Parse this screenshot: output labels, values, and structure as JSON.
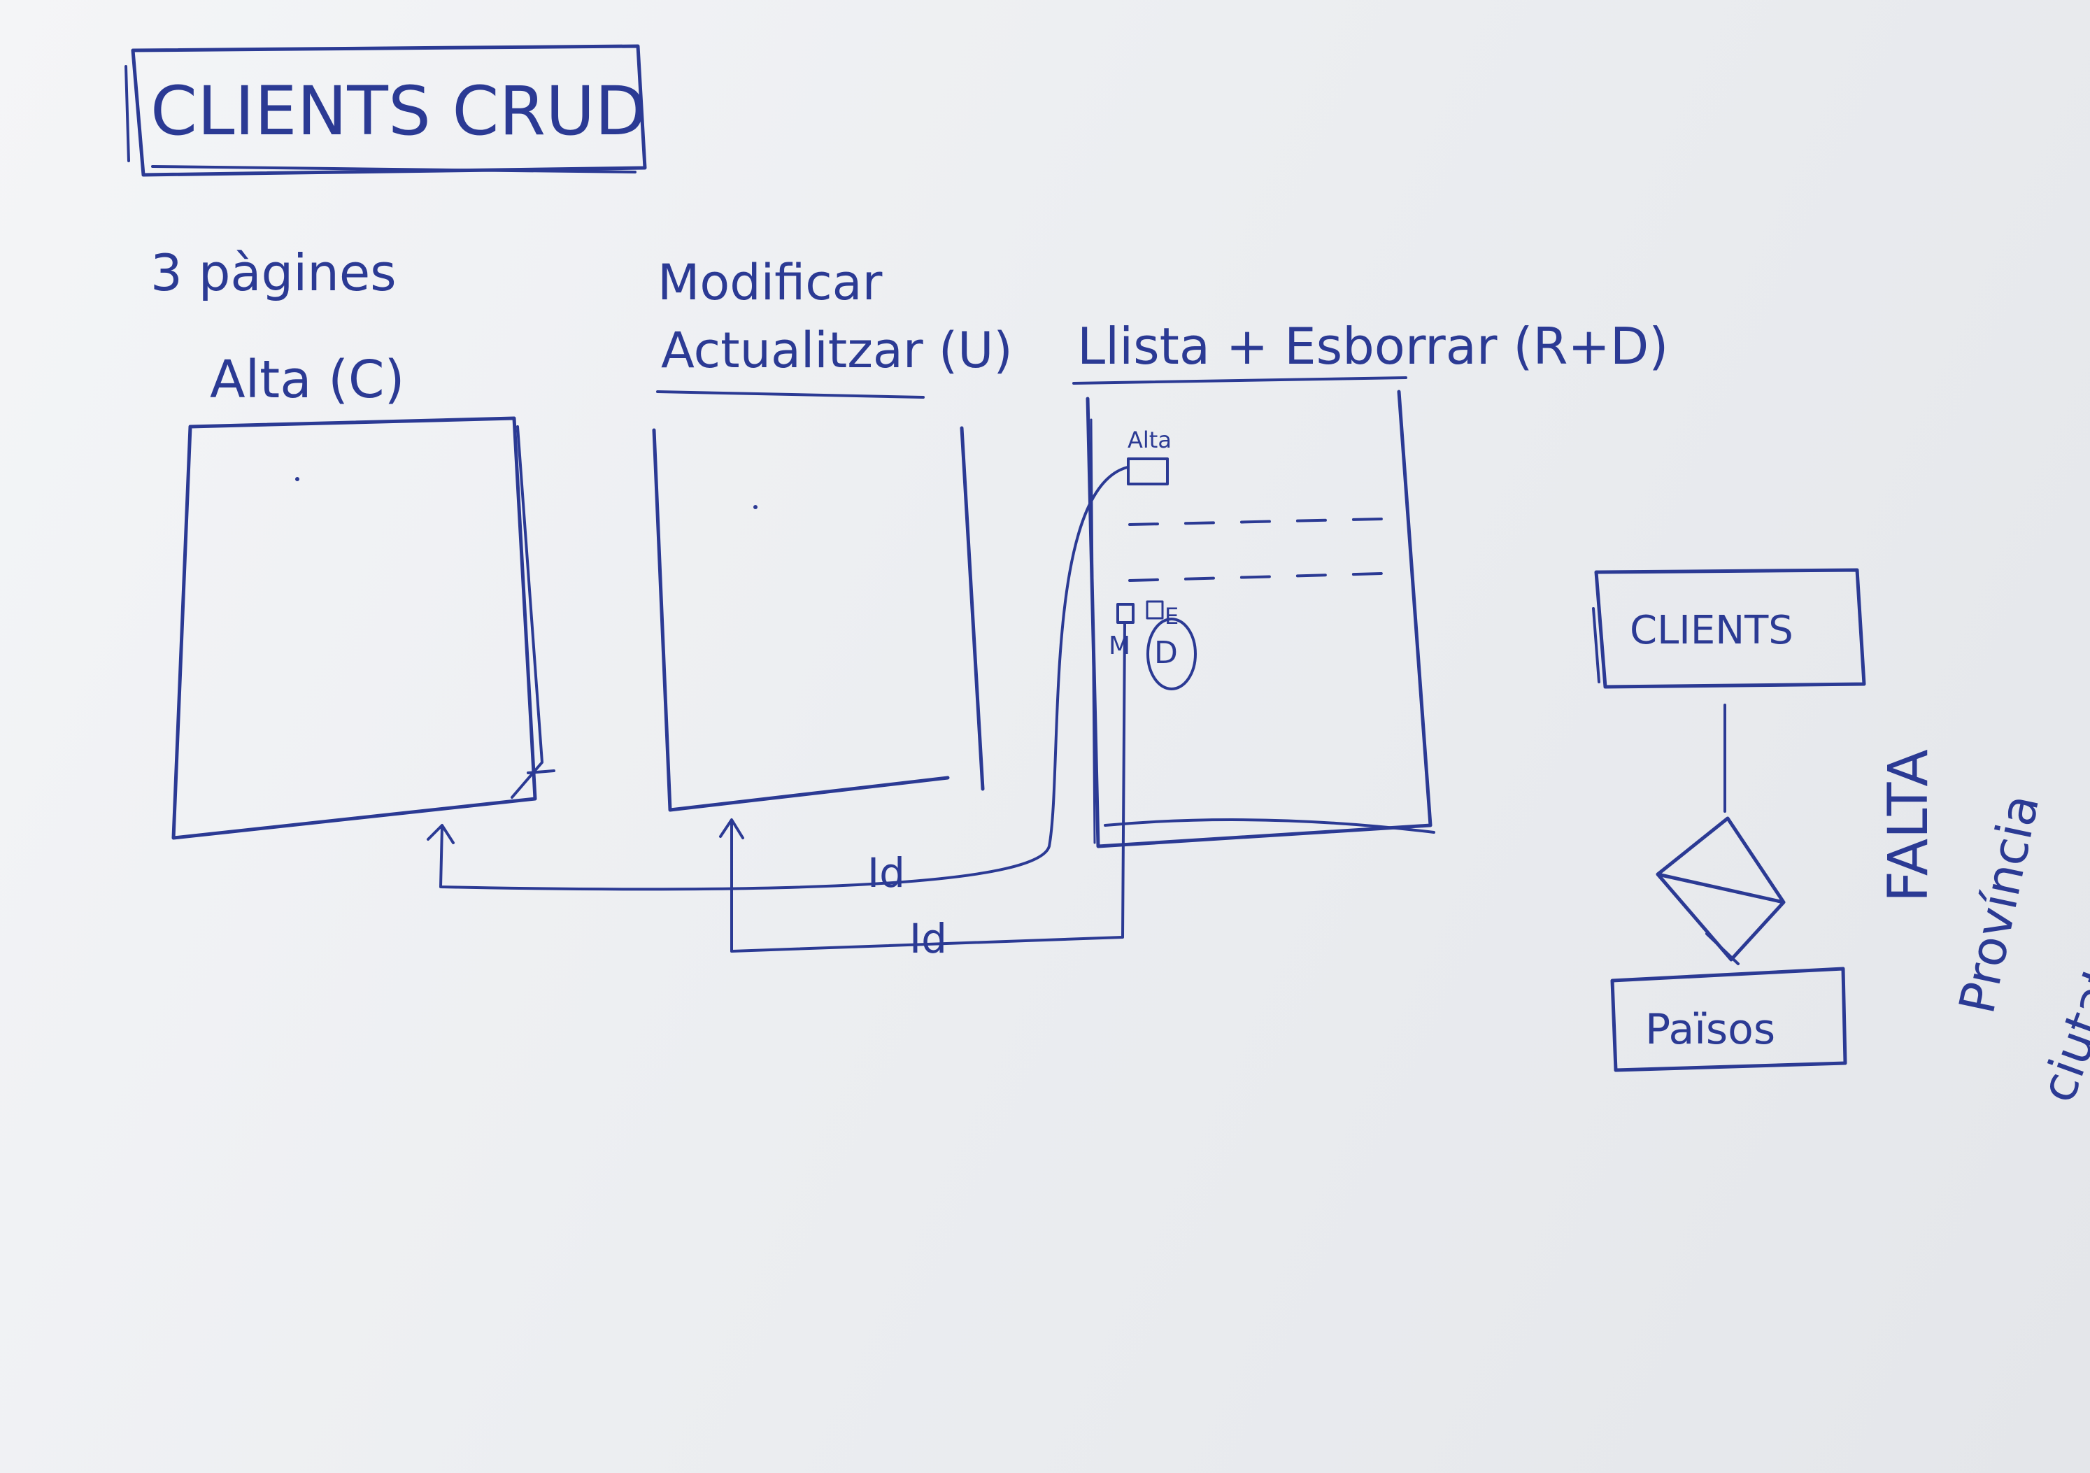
{
  "title": "CLIENTS CRUD",
  "subtitle": "3 pàgines",
  "pages": [
    {
      "label": "Alta (C)"
    },
    {
      "label_line1": "Modificar",
      "label_line2": "Actualitzar (U)"
    },
    {
      "label": "Llista + Esborrar (R+D)"
    }
  ],
  "list_page": {
    "alta_button": "Alta",
    "row_buttons": {
      "modify": "M",
      "edit": "E",
      "delete": "D"
    }
  },
  "connectors": {
    "id_label_1": "Id",
    "id_label_2": "Id"
  },
  "er_diagram": {
    "entity_1": "CLIENTS",
    "entity_2": "Països",
    "note_line1": "FALTA",
    "note_line2": "Província",
    "note_line3": "ciutat"
  },
  "colors": {
    "ink": "#2b3a94",
    "paper": "#eceef1"
  }
}
